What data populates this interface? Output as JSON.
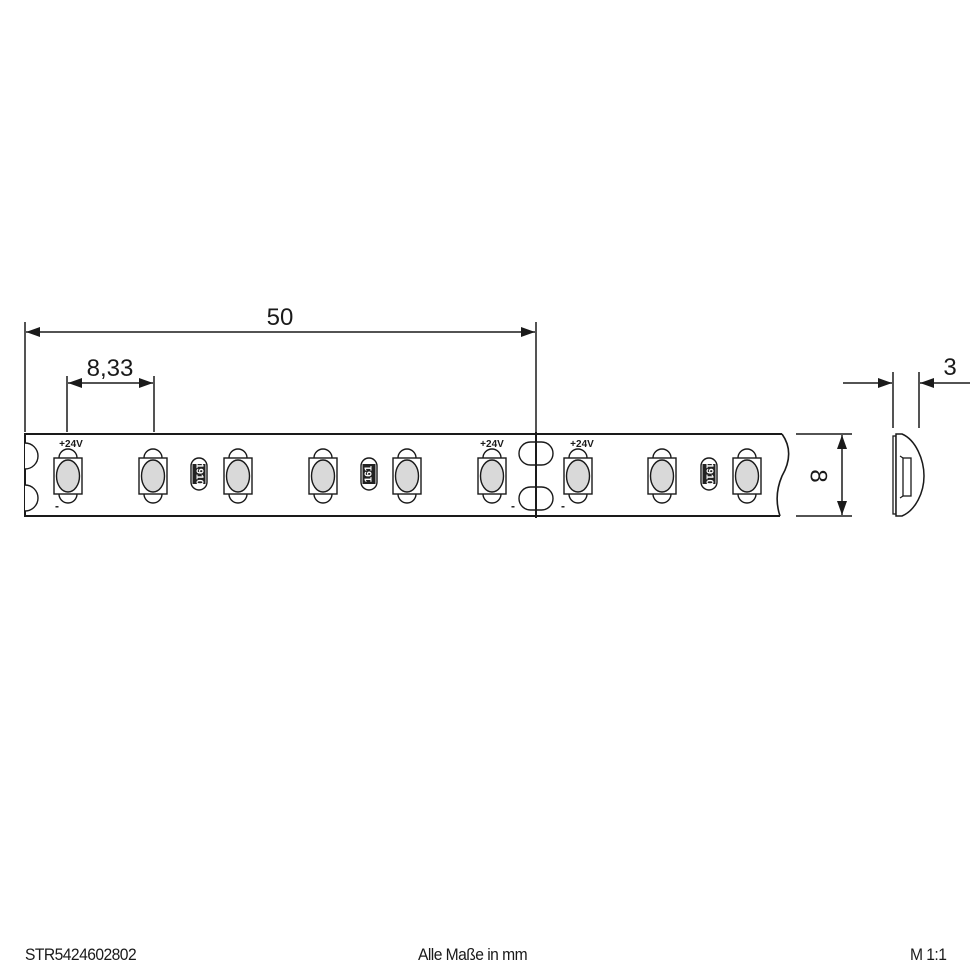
{
  "drawing": {
    "dimensions": {
      "pitch_segment": "50",
      "led_pitch": "8,33",
      "width": "8",
      "height": "3"
    },
    "labels": {
      "plus": "+24V",
      "minus": "-"
    },
    "resistors": [
      {
        "code": "1910"
      },
      {
        "code": "161"
      },
      {
        "code": "1910"
      }
    ],
    "colors": {
      "line": "#1a1a1a",
      "led_fill": "#d9d9d9",
      "resistor_fill": "#222222"
    }
  },
  "footer": {
    "article_number": "STR5424602802",
    "units_note": "Alle Maße in mm",
    "scale": "M 1:1"
  }
}
